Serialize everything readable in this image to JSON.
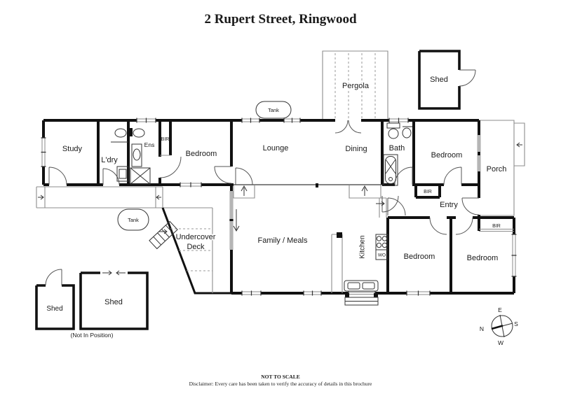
{
  "title": "2 Rupert Street, Ringwood",
  "rooms": {
    "study": "Study",
    "laundry": "L'dry",
    "ensuite": "Ens",
    "bir_ensuite": "BIR",
    "bedroom_front": "Bedroom",
    "lounge": "Lounge",
    "dining": "Dining",
    "bath": "Bath",
    "bedroom_east": "Bedroom",
    "bir_east": "BIR",
    "porch": "Porch",
    "entry": "Entry",
    "bir_south": "BIR",
    "kitchen": "Kitchen",
    "wall_oven": "WO",
    "family": "Family / Meals",
    "deck_line1": "Undercover",
    "deck_line2": "Deck",
    "bedroom_south_left": "Bedroom",
    "bedroom_south_right": "Bedroom",
    "pergola": "Pergola"
  },
  "outbuildings": {
    "shed_north": "Shed",
    "shed_small": "Shed",
    "shed_large": "Shed",
    "shed_note": "(Not In Position)"
  },
  "tanks": {
    "north": "Tank",
    "west": "Tank"
  },
  "compass": {
    "north": "N",
    "east": "E",
    "south": "S",
    "west": "W"
  },
  "footer": {
    "scale_note": "NOT TO SCALE",
    "disclaimer": "Disclaimer: Every care has been taken to verify the accuracy of details in this brochure"
  },
  "colors": {
    "wall": "#111111",
    "window": "#b5b5b5",
    "background": "#ffffff"
  }
}
